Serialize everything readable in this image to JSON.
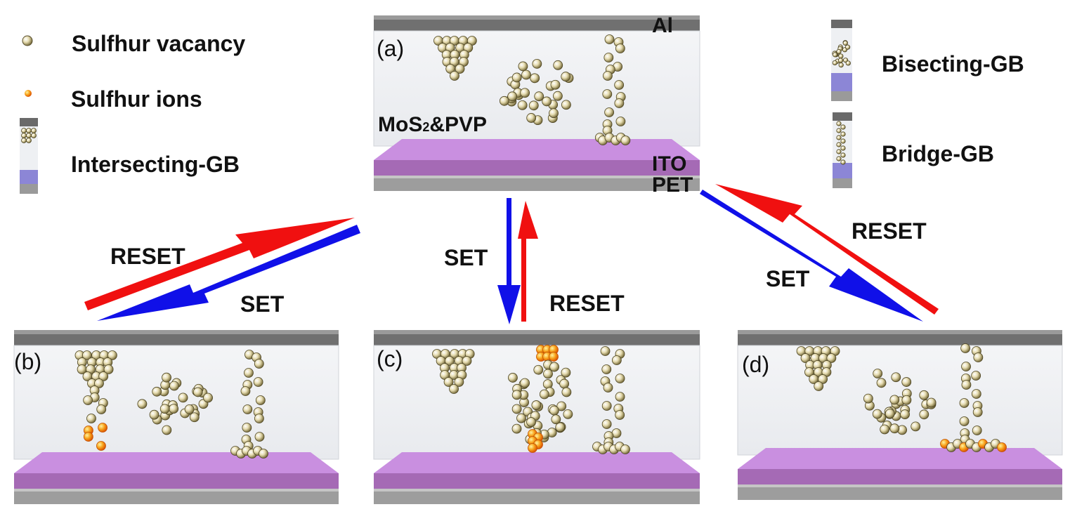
{
  "legend": {
    "vacancy": "Sulfhur vacancy",
    "ions": "Sulfhur ions",
    "intersecting": "Intersecting-GB",
    "bisecting": "Bisecting-GB",
    "bridge": "Bridge-GB"
  },
  "panels": {
    "a": "(a)",
    "b": "(b)",
    "c": "(c)",
    "d": "(d)"
  },
  "layers": {
    "top_electrode": "Al",
    "active": "MoS",
    "active_sub": "2",
    "active_rest": "&PVP",
    "bottom_electrode": "ITO",
    "substrate": "PET"
  },
  "transitions": {
    "left_reset": "RESET",
    "left_set": "SET",
    "mid_set": "SET",
    "mid_reset": "RESET",
    "right_reset": "RESET",
    "right_set": "SET"
  },
  "colors": {
    "electrode": "#6f6f6f",
    "ito": "#c47fd6",
    "pet": "#9a9a9a",
    "vacancy": "#b8aa6e",
    "ion": "#f5a623",
    "set_arrow": "#1010e8",
    "reset_arrow": "#f01010"
  }
}
